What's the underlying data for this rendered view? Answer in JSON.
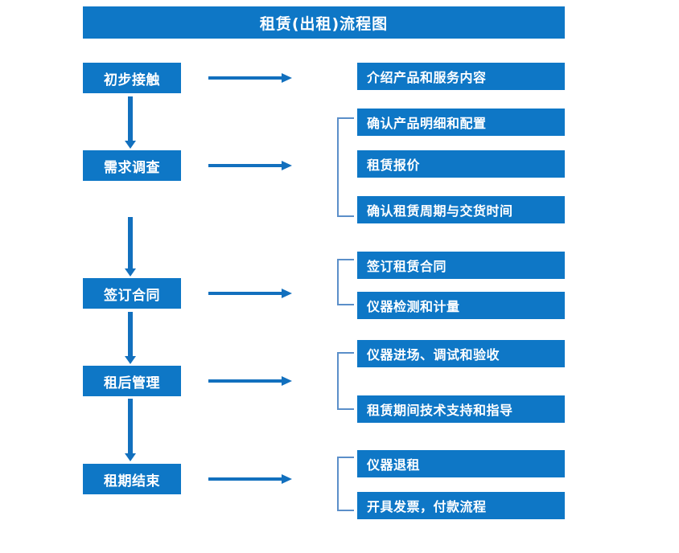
{
  "title": "租赁(出租)流程图",
  "colors": {
    "box": "#0e77c6",
    "arrow": "#1270be",
    "bracket": "#5b8fc9",
    "text": "#ffffff",
    "background": "#ffffff"
  },
  "stages": [
    {
      "label": "初步接触"
    },
    {
      "label": "需求调查"
    },
    {
      "label": "签订合同"
    },
    {
      "label": "租后管理"
    },
    {
      "label": "租期结束"
    }
  ],
  "details": [
    {
      "label": "介绍产品和服务内容"
    },
    {
      "label": "确认产品明细和配置"
    },
    {
      "label": "租赁报价"
    },
    {
      "label": "确认租赁周期与交货时间"
    },
    {
      "label": "签订租赁合同"
    },
    {
      "label": "仪器检测和计量"
    },
    {
      "label": "仪器进场、调试和验收"
    },
    {
      "label": "租赁期间技术支持和指导"
    },
    {
      "label": "仪器退租"
    },
    {
      "label": "开具发票，付款流程"
    }
  ],
  "chart_data": {
    "type": "diagram",
    "title": "租赁(出租)流程图",
    "orientation": "top-to-bottom",
    "stages": [
      {
        "stage": "初步接触",
        "details": [
          "介绍产品和服务内容"
        ],
        "grouped": false
      },
      {
        "stage": "需求调查",
        "details": [
          "确认产品明细和配置",
          "租赁报价",
          "确认租赁周期与交货时间"
        ],
        "grouped": true
      },
      {
        "stage": "签订合同",
        "details": [
          "签订租赁合同",
          "仪器检测和计量"
        ],
        "grouped": true
      },
      {
        "stage": "租后管理",
        "details": [
          "仪器进场、调试和验收",
          "租赁期间技术支持和指导"
        ],
        "grouped": true
      },
      {
        "stage": "租期结束",
        "details": [
          "仪器退租",
          "开具发票，付款流程"
        ],
        "grouped": true
      }
    ]
  }
}
